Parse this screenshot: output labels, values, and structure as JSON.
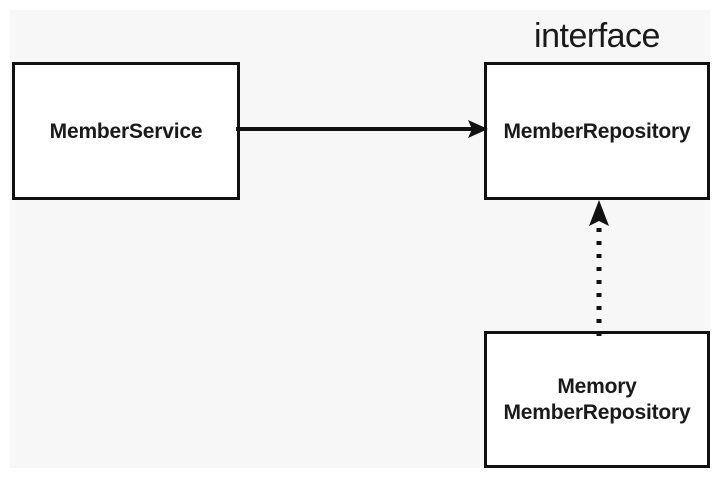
{
  "diagram": {
    "type": "uml-class-diagram",
    "background_color": "#f7f7f7",
    "box_fill_color": "#ffffff",
    "line_color": "#111111",
    "stereotype_label": "interface",
    "nodes": [
      {
        "id": "member-service",
        "label": "MemberService",
        "kind": "class"
      },
      {
        "id": "member-repository",
        "label": "MemberRepository",
        "kind": "interface",
        "caption": "interface"
      },
      {
        "id": "memory-member-repository",
        "label_line1": "Memory",
        "label_line2": "MemberRepository",
        "kind": "class"
      }
    ],
    "edges": [
      {
        "id": "service-uses-repository",
        "from": "member-service",
        "to": "member-repository",
        "style": "solid",
        "arrowhead": "filled",
        "direction": "right"
      },
      {
        "id": "memory-implements-repository",
        "from": "memory-member-repository",
        "to": "member-repository",
        "style": "dotted",
        "arrowhead": "filled",
        "direction": "up"
      }
    ]
  }
}
